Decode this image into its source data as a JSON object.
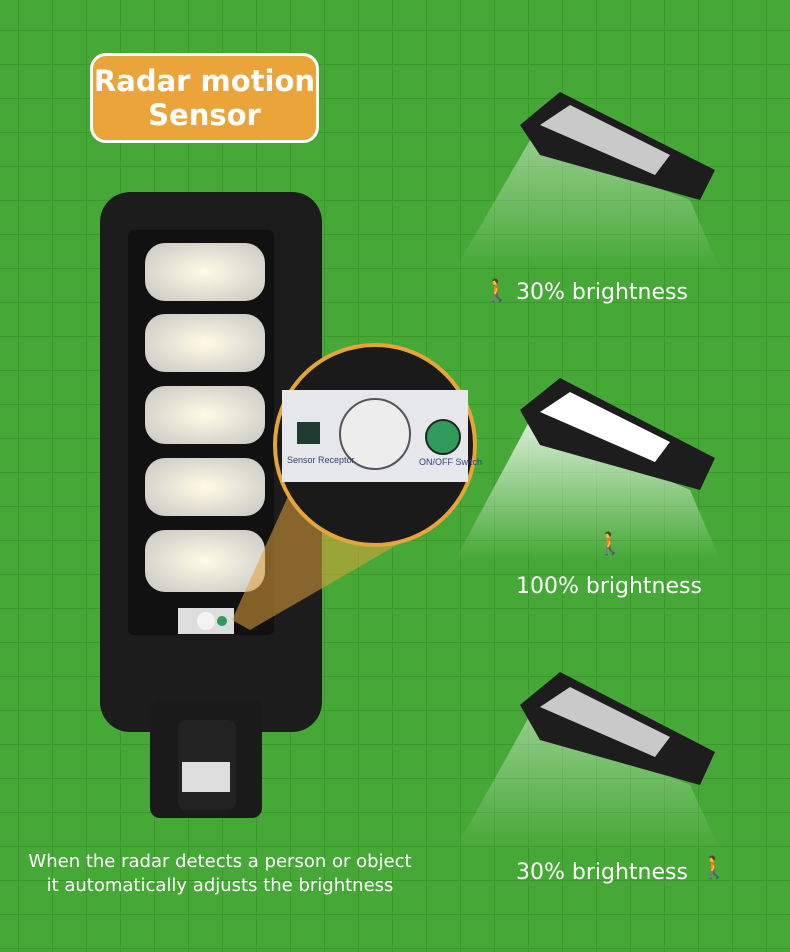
{
  "badge": {
    "line1": "Radar motion",
    "line2": "Sensor"
  },
  "magnifier": {
    "sensor_label": "Sensor Receptor",
    "switch_label": "ON/OFF Switch"
  },
  "states": [
    {
      "label": "30% brightness",
      "icon": "walking-person-icon",
      "brightness_percent": 30
    },
    {
      "label": "100% brightness",
      "icon": "walking-person-icon",
      "brightness_percent": 100
    },
    {
      "label": "30% brightness",
      "icon": "walking-person-icon",
      "brightness_percent": 30
    }
  ],
  "caption": {
    "line1": "When the radar detects a person or object",
    "line2": "it automatically adjusts the brightness"
  },
  "colors": {
    "background": "#46a836",
    "badge": "#eaa43a",
    "switch": "#2f9a5a"
  }
}
